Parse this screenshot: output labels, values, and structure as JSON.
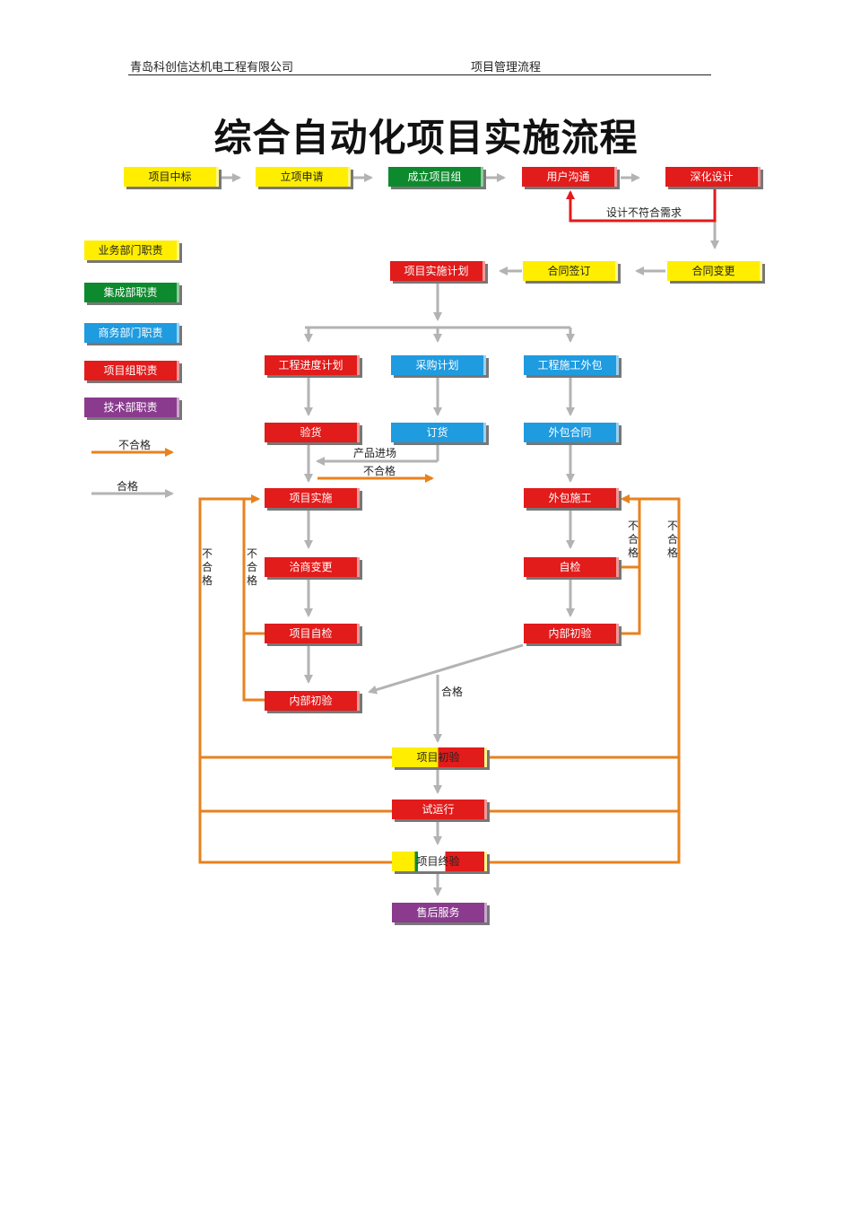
{
  "header": {
    "company": "青岛科创信达机电工程有限公司",
    "doc": "项目管理流程"
  },
  "title": "综合自动化项目实施流程",
  "colors": {
    "yellow": "#ffee00",
    "green": "#0e8a2e",
    "blue": "#1f9be0",
    "red": "#e21b1b",
    "purple": "#8a3b8e",
    "orange": "#e8821e",
    "gray": "#b3b3b3"
  },
  "legend": {
    "business": "业务部门职责",
    "integration": "集成部职责",
    "commerce": "商务部门职责",
    "project_team": "项目组职责",
    "tech": "技术部职责",
    "fail": "不合格",
    "pass": "合格"
  },
  "nodes": {
    "win_bid": "项目中标",
    "apply": "立项申请",
    "form_team": "成立项目组",
    "user_comm": "用户沟通",
    "deep_design": "深化设计",
    "impl_plan": "项目实施计划",
    "contract_sign": "合同签订",
    "contract_change": "合同变更",
    "progress_plan": "工程进度计划",
    "purchase_plan": "采购计划",
    "outsourcing": "工程施工外包",
    "inspection": "验货",
    "ordering": "订货",
    "out_contract": "外包合同",
    "implement": "项目实施",
    "out_construct": "外包施工",
    "negotiate_change": "洽商变更",
    "self_check_out": "自检",
    "self_check": "项目自检",
    "inner_first_out": "内部初验",
    "inner_first": "内部初验",
    "first_accept": "项目初验",
    "trial_run": "试运行",
    "final_accept": "项目终验",
    "after_sales": "售后服务"
  },
  "labels": {
    "design_fail": "设计不符合需求",
    "product_entry": "产品进场",
    "fail": "不合格",
    "pass": "合格"
  }
}
